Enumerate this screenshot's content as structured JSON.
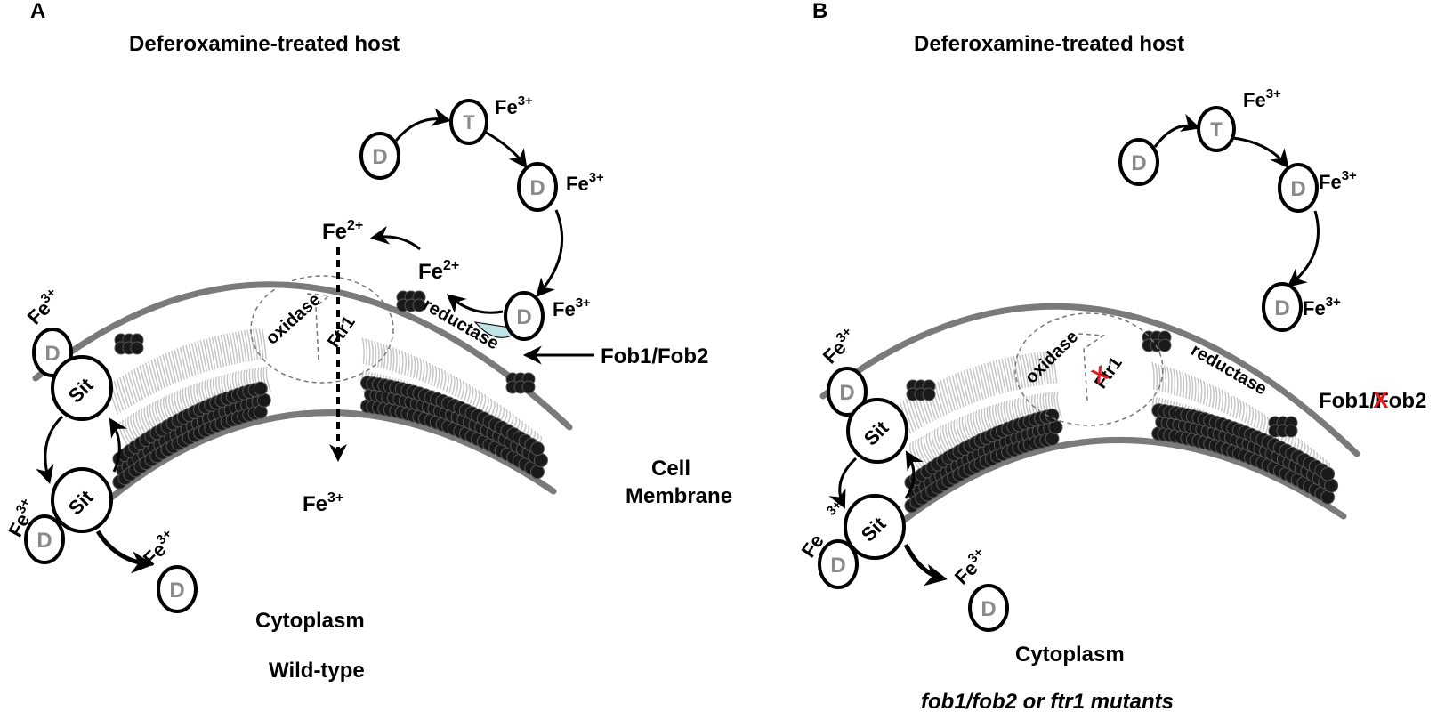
{
  "panelA": {
    "letter": "A",
    "title": "Deferoxamine-treated host",
    "fe3": "Fe",
    "fe3_sup": "3+",
    "fe2": "Fe",
    "fe2_sup": "2+",
    "T": "T",
    "D": "D",
    "sit": "Sit",
    "oxidase": "oxidase",
    "ftr1": "Ftr1",
    "reductase": "reductase",
    "fob": "Fob1/Fob2",
    "cell": "Cell",
    "membrane": "Membrane",
    "cytoplasm": "Cytoplasm",
    "caption": "Wild-type"
  },
  "panelB": {
    "letter": "B",
    "title": "Deferoxamine-treated host",
    "fe3": "Fe",
    "fe3_sup": "3+",
    "fe_space": "Fe",
    "T": "T",
    "D": "D",
    "sit": "Sit",
    "oxidase": "oxidase",
    "ftr1": "Ftr1",
    "reductase": "reductase",
    "fob": "Fob1/Fob2",
    "x_mark": "X",
    "cytoplasm": "Cytoplasm",
    "caption": "fob1/fob2 or ftr1 mutants"
  },
  "colors": {
    "membrane": "#7a7a7a",
    "particle": "#1a1a1a",
    "lipid": "#c4c4c4",
    "fob_receptor": "#bfe3e6",
    "x_mark": "#e11b1b",
    "d_letter": "#8a8a8a"
  }
}
